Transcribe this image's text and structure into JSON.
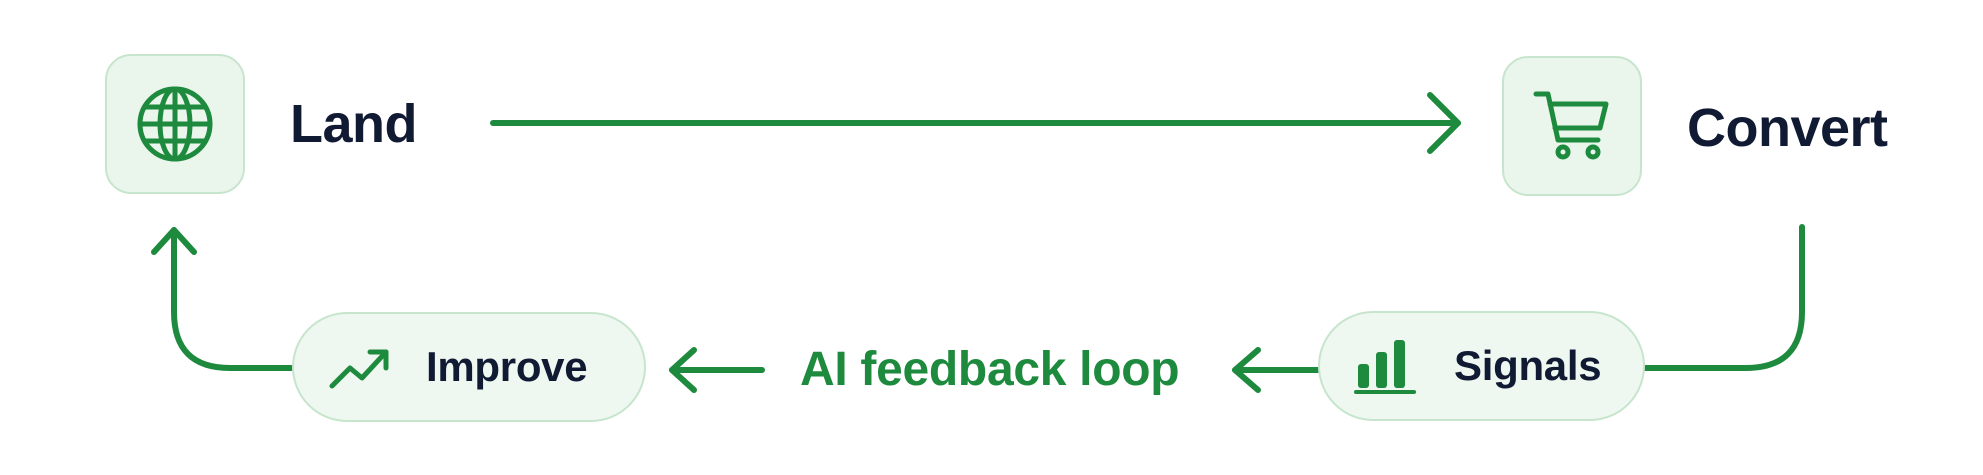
{
  "colors": {
    "accent": "#1d8a3e",
    "text_dark": "#111a33",
    "box_fill": "#eaf5ec",
    "box_border": "#c7e5cd"
  },
  "nodes": {
    "land": {
      "label": "Land",
      "icon": "globe-icon"
    },
    "convert": {
      "label": "Convert",
      "icon": "shopping-cart-icon"
    },
    "signals": {
      "label": "Signals",
      "icon": "bar-chart-icon"
    },
    "improve": {
      "label": "Improve",
      "icon": "trending-up-icon"
    }
  },
  "loop": {
    "label": "AI feedback loop"
  },
  "edges": [
    {
      "from": "Land",
      "to": "Convert"
    },
    {
      "from": "Convert",
      "to": "Signals"
    },
    {
      "from": "Signals",
      "to": "AI feedback loop"
    },
    {
      "from": "AI feedback loop",
      "to": "Improve"
    },
    {
      "from": "Improve",
      "to": "Land"
    }
  ]
}
